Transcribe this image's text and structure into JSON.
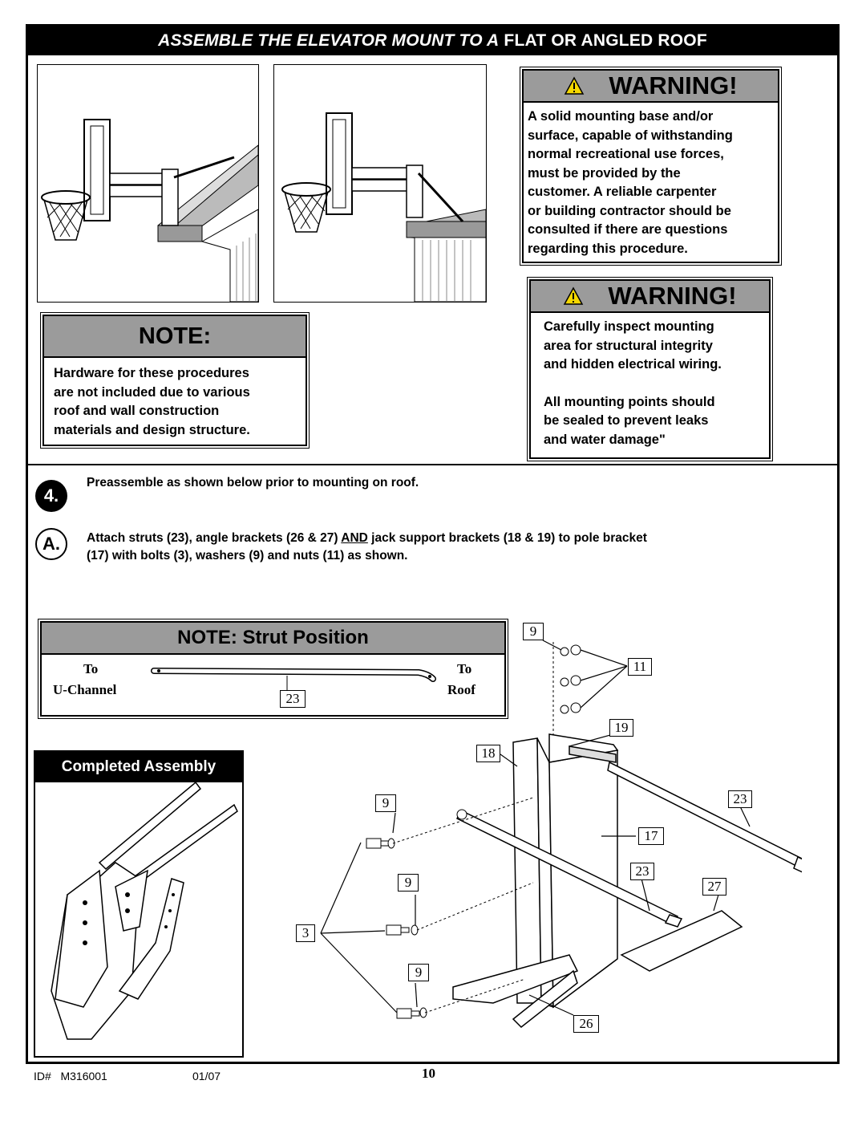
{
  "header": {
    "title_italic": "ASSEMBLE THE ELEVATOR MOUNT TO A",
    "title_rest": "FLAT OR ANGLED ROOF"
  },
  "warning1": {
    "heading": "WARNING!",
    "icon": "warning-triangle-icon",
    "lines": [
      "A solid mounting base and/or",
      "surface, capable of withstanding",
      "normal recreational use forces,",
      "must be provided by the",
      "customer.  A reliable carpenter",
      "or building contractor should be",
      "consulted if there are questions",
      "regarding this procedure."
    ]
  },
  "warning2": {
    "heading": "WARNING!",
    "icon": "warning-triangle-icon",
    "lines1": [
      "Carefully inspect mounting",
      "area for structural integrity",
      "and hidden electrical wiring."
    ],
    "lines2": [
      "All mounting points should",
      "be sealed to prevent leaks",
      "and water damage\""
    ]
  },
  "note": {
    "heading": "NOTE:",
    "lines": [
      "Hardware for these procedures",
      "are not included due to various",
      "roof and wall construction",
      "materials and design structure."
    ]
  },
  "step4": {
    "number": "4.",
    "text": "Preassemble as shown below prior to mounting on roof."
  },
  "stepA": {
    "letter": "A.",
    "text_before": "Attach struts (23), angle brackets (26 & 27) ",
    "text_and": "AND",
    "text_after_line1": " jack support brackets (18 & 19) to pole bracket",
    "text_line2": "(17) with bolts (3), washers (9) and nuts (11) as shown."
  },
  "strut_note": {
    "heading": "NOTE: Strut Position",
    "left_top": "To",
    "left_bottom": "U-Channel",
    "right_top": "To",
    "right_bottom": "Roof",
    "part": "23"
  },
  "completed": {
    "heading": "Completed Assembly"
  },
  "callouts": {
    "c9a": "9",
    "c11": "11",
    "c19": "19",
    "c18": "18",
    "c9b": "9",
    "c23a": "23",
    "c17": "17",
    "c9c": "9",
    "c23b": "23",
    "c27": "27",
    "c3": "3",
    "c9d": "9",
    "c26": "26"
  },
  "footer": {
    "id_label": "ID#",
    "id_value": "M316001",
    "date": "01/07",
    "page": "10"
  },
  "colors": {
    "header_bg": "#000000",
    "box_head": "#9b9b9b",
    "warning_yellow": "#f5d800"
  }
}
